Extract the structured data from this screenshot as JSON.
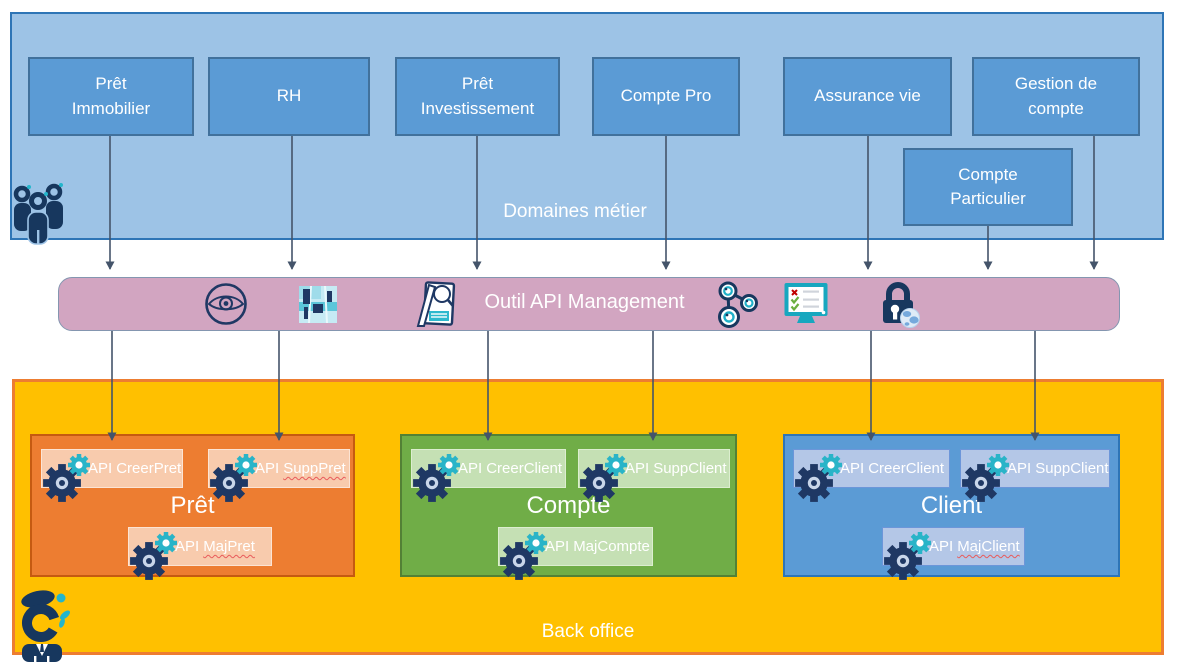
{
  "domain_band": {
    "label": "Domaines métier",
    "boxes": [
      {
        "label": "Prêt\nImmobilier"
      },
      {
        "label": "RH"
      },
      {
        "label": "Prêt\nInvestissement"
      },
      {
        "label": "Compte Pro"
      },
      {
        "label": "Assurance vie"
      },
      {
        "label": "Gestion de\ncompte"
      },
      {
        "label": "Compte\nParticulier"
      }
    ]
  },
  "api_band": {
    "label": "Outil API Management",
    "icons": [
      "eye-icon",
      "map-icon",
      "document-review-icon",
      "linked-gauges-icon",
      "checklist-monitor-icon",
      "lock-globe-icon"
    ]
  },
  "back_office_band": {
    "label": "Back office",
    "groups": [
      {
        "title": "Prêt",
        "apis": [
          {
            "prefix": "API",
            "name": "CreerPret",
            "misspelled": false
          },
          {
            "prefix": "API",
            "name": "SuppPret",
            "misspelled": true
          },
          {
            "prefix": "API",
            "name": "MajPret",
            "misspelled": true
          }
        ]
      },
      {
        "title": "Compte",
        "apis": [
          {
            "prefix": "API",
            "name": "CreerClient",
            "misspelled": false
          },
          {
            "prefix": "API",
            "name": "SuppClient",
            "misspelled": false
          },
          {
            "prefix": "API",
            "name": "MajCompte",
            "misspelled": false
          }
        ]
      },
      {
        "title": "Client",
        "apis": [
          {
            "prefix": "API",
            "name": "CreerClient",
            "misspelled": false
          },
          {
            "prefix": "API",
            "name": "SuppClient",
            "misspelled": false
          },
          {
            "prefix": "API",
            "name": "MajClient",
            "misspelled": true
          }
        ]
      }
    ]
  },
  "colors": {
    "domain_band_fill": "#9DC3E6",
    "domain_band_border": "#2E75B6",
    "domain_box_fill": "#5B9BD5",
    "domain_box_border": "#41719C",
    "api_band_fill": "#D2A5C1",
    "api_band_border": "#8496B0",
    "back_office_fill": "#FFC000",
    "back_office_border": "#ED7D31",
    "group_pret_fill": "#ED7D31",
    "group_pret_border": "#C55A11",
    "group_pret_api_fill": "#F8CBAD",
    "group_compte_fill": "#70AD47",
    "group_compte_border": "#538135",
    "group_compte_api_fill": "#C5E0B4",
    "group_client_fill": "#5B9BD5",
    "group_client_border": "#2E75B6",
    "group_client_api_fill": "#B4C7E7",
    "connector": "#44546A",
    "gear_navy": "#1F3864",
    "gear_teal": "#29B4C8",
    "misspell_underline": "#E85B5B"
  }
}
